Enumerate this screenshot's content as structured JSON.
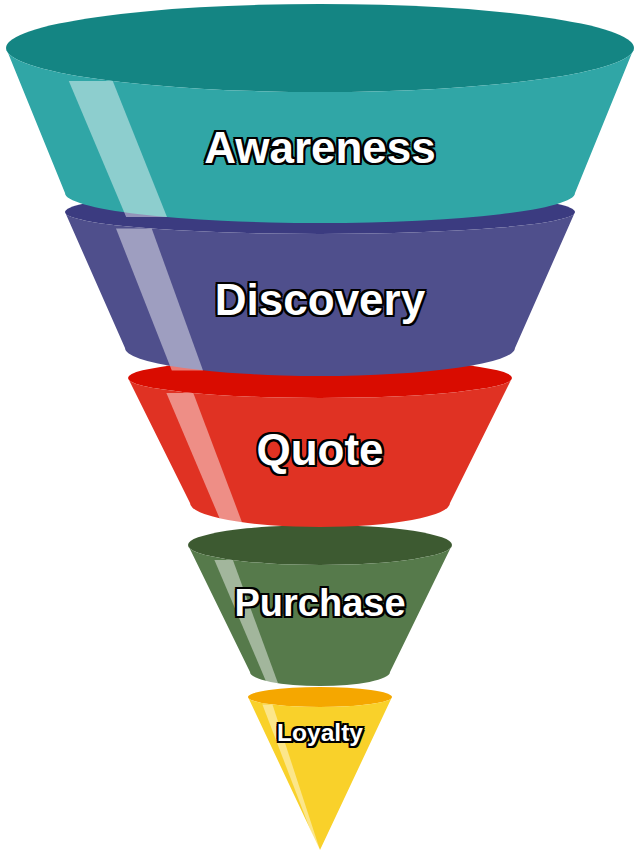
{
  "diagram": {
    "nodes": [
      {
        "text": [
          "Awareness"
        ]
      },
      {
        "text": [
          "Discovery"
        ]
      },
      {
        "text": [
          "Quote"
        ]
      },
      {
        "text": [
          "Purchase"
        ]
      },
      {
        "text": [
          "Loyalty"
        ]
      }
    ]
  }
}
